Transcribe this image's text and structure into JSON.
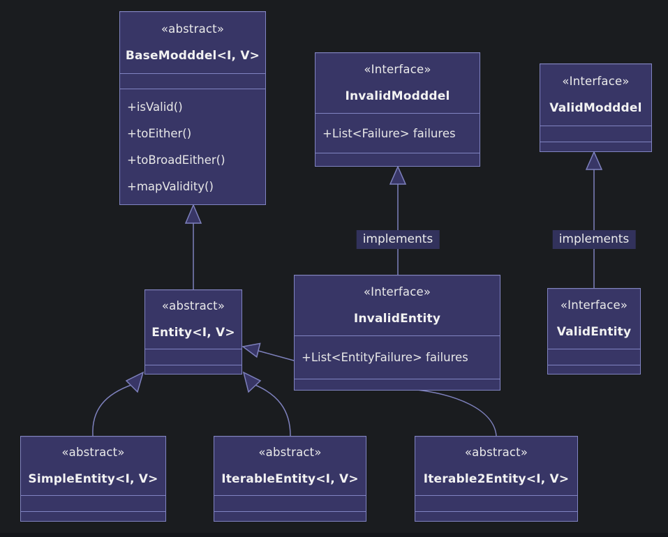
{
  "diagram": {
    "type": "uml-class-diagram",
    "colors": {
      "background": "#1a1c1f",
      "node_fill": "#383666",
      "node_border": "#8184c2",
      "edge": "#7e81bd",
      "edge_label_bg": "#32325c",
      "text": "#e8e8e8"
    },
    "classes": [
      {
        "id": "basemodddel",
        "stereotype": "«abstract»",
        "name": "BaseModddel<I, V>",
        "attributes": [],
        "methods": [
          "+isValid()",
          "+toEither()",
          "+toBroadEither()",
          "+mapValidity()"
        ]
      },
      {
        "id": "invalidmodddel",
        "stereotype": "«Interface»",
        "name": "InvalidModddel",
        "attributes": [
          "+List<Failure> failures"
        ],
        "methods": []
      },
      {
        "id": "validmodddel",
        "stereotype": "«Interface»",
        "name": "ValidModddel",
        "attributes": [],
        "methods": []
      },
      {
        "id": "entity",
        "stereotype": "«abstract»",
        "name": "Entity<I, V>",
        "attributes": [],
        "methods": []
      },
      {
        "id": "invalidentity",
        "stereotype": "«Interface»",
        "name": "InvalidEntity",
        "attributes": [
          "+List<EntityFailure> failures"
        ],
        "methods": []
      },
      {
        "id": "validentity",
        "stereotype": "«Interface»",
        "name": "ValidEntity",
        "attributes": [],
        "methods": []
      },
      {
        "id": "simpleentity",
        "stereotype": "«abstract»",
        "name": "SimpleEntity<I, V>",
        "attributes": [],
        "methods": []
      },
      {
        "id": "iterableentity",
        "stereotype": "«abstract»",
        "name": "IterableEntity<I, V>",
        "attributes": [],
        "methods": []
      },
      {
        "id": "iterable2entity",
        "stereotype": "«abstract»",
        "name": "Iterable2Entity<I, V>",
        "attributes": [],
        "methods": []
      }
    ],
    "labels": {
      "implements_mid": "implements",
      "implements_right": "implements"
    },
    "relationships": [
      {
        "from": "Entity<I, V>",
        "to": "BaseModddel<I, V>",
        "type": "inheritance",
        "label": ""
      },
      {
        "from": "InvalidEntity",
        "to": "InvalidModddel",
        "type": "realization",
        "label": "implements"
      },
      {
        "from": "ValidEntity",
        "to": "ValidModddel",
        "type": "realization",
        "label": "implements"
      },
      {
        "from": "InvalidEntity",
        "to": "Entity<I, V>",
        "type": "inheritance",
        "label": ""
      },
      {
        "from": "SimpleEntity<I, V>",
        "to": "Entity<I, V>",
        "type": "inheritance",
        "label": ""
      },
      {
        "from": "IterableEntity<I, V>",
        "to": "Entity<I, V>",
        "type": "inheritance",
        "label": ""
      },
      {
        "from": "Iterable2Entity<I, V>",
        "to": "Entity<I, V>",
        "type": "inheritance",
        "label": ""
      }
    ]
  }
}
